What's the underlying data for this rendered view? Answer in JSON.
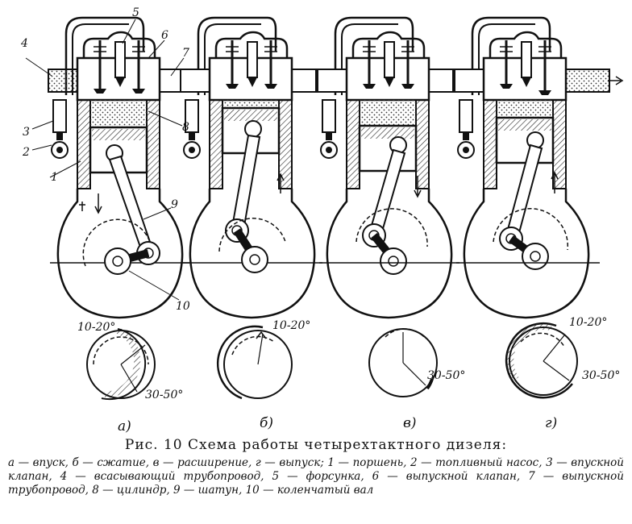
{
  "figure": {
    "title": "Рис. 10 Схема работы четырехтактного дизеля:",
    "legend": "а — впуск, б — сжатие, в — расширение, г — выпуск; 1 — поршень, 2 — топливный насос, 3 — впускной клапан, 4 — всасывающий трубопровод, 5 — форсунка, 6 — выпускной клапан, 7 — выпускной трубопровод, 8 — цилиндр, 9 — шатун, 10 — коленчатый вал"
  },
  "stages": [
    {
      "letter": "а)",
      "angle_top": "10-20°",
      "angle_bottom": "30-50°"
    },
    {
      "letter": "б)",
      "angle_top": "10-20°"
    },
    {
      "letter": "в)",
      "angle_bottom": "30-50°"
    },
    {
      "letter": "г)",
      "angle_top": "10-20°",
      "angle_bottom": "30-50°"
    }
  ],
  "part_labels": [
    "1",
    "2",
    "3",
    "4",
    "5",
    "6",
    "7",
    "8",
    "9",
    "10"
  ]
}
